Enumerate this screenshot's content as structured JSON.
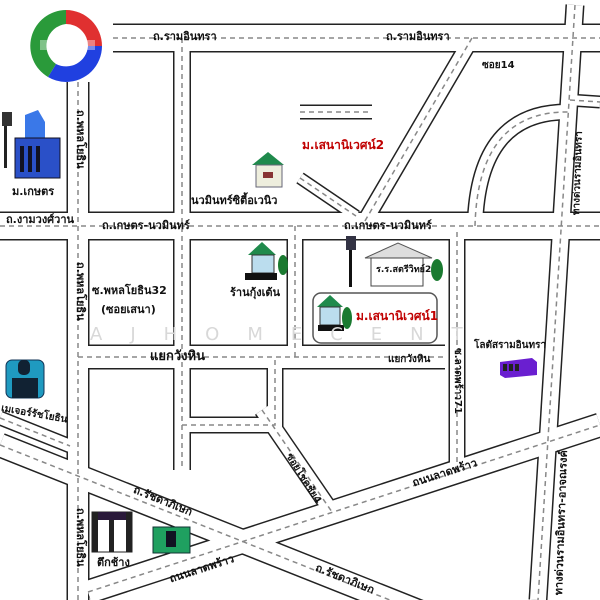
{
  "map": {
    "roads": {
      "ramintra_left": "ถ.รามอินทรา",
      "ramintra_right": "ถ.รามอินทรา",
      "soi14": "ซอย14",
      "kaset_nawamin_left": "ถ.เกษตร-นวมินทร์",
      "kaset_nawamin_right": "ถ.เกษตร-นวมินทร์",
      "ngamwongwan": "ถ.งามวงศ์วาน",
      "phahon_top": "ถ.พหลโยธิน",
      "phahon_mid": "ถ.พหลโยธิน",
      "phahon_bottom": "ถ.พหลโยธิน",
      "soi_phahon32": "ซ.พหลโยธิน32",
      "soi_sena": "(ซอยเสนา)",
      "wang_hin_left": "แยกวังหิน",
      "wang_hin_right": "แยกวังหิน",
      "ladprao71": "ซ.ลาดพร้าว71",
      "chokchai4": "ซอยโชคชัย4",
      "ladprao_right": "ถนนลาดพร้าว",
      "ladprao_left": "ถนนลาดพร้าว",
      "ratchada_left": "ถ.รัชดาภิเษก",
      "ratchada_right": "ถ.รัชดาภิเษก",
      "expressway_top": "ทางด่วนรามอินทรา",
      "expressway_bottom": "ทางด่วนรามอินทรา-อาจณรงค์"
    },
    "places": {
      "kasetsart": "ม.เกษตร",
      "nawamin_city": "นวมินทร์ซิตี้อเวนิว",
      "sena_niwet2": "ม.เสนานิเวศน์2",
      "sena_niwet1": "ม.เสนานิเวศน์1",
      "kung_ten": "ร้านกุ้งเต้น",
      "satriwit2": "ร.ร.สตรีวิทย์2",
      "major_ratchayothin": "เมเจอร์รัชโยธิน",
      "lotus_ramintra": "โลตัสรามอินทรา",
      "tuk_chang": "ตึกช้าง"
    },
    "watermark": "AJHOMECENT",
    "colors": {
      "highlight_text": "#c00000",
      "house_green": "#1f8a4c",
      "building_blue": "#2e6ee0",
      "lotus_purple": "#6a1fd0"
    }
  }
}
